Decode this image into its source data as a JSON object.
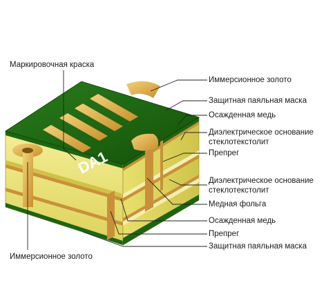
{
  "board": {
    "marking": "DA1"
  },
  "labels": {
    "marking_ink": "Маркировочная краска",
    "immersion_gold_top": "Иммерсионное золото",
    "solder_mask_top": "Защитная паяльная маска",
    "plated_copper_top": "Осажденная медь",
    "dielectric_top_1": "Диэлектрическое основание",
    "dielectric_top_2": "стеклотекстолит",
    "prepreg_top": "Препрег",
    "dielectric_mid_1": "Диэлектрическое основание",
    "dielectric_mid_2": "стеклотекстолит",
    "copper_foil": "Медная фольга",
    "plated_copper_bottom": "Осажденная медь",
    "prepreg_bottom": "Препрег",
    "solder_mask_bottom": "Защитная паяльная маска",
    "immersion_gold_left": "Иммерсионное золото"
  },
  "colors": {
    "solder_mask": "#1f6b14",
    "solder_mask_dark": "#15500c",
    "dielectric": "#ece47a",
    "dielectric_shade": "#d9cf55",
    "prepreg": "#f2eca0",
    "copper": "#c9903a",
    "gold": "#e0b040",
    "marking": "#ffffff",
    "leader": "#222222"
  }
}
